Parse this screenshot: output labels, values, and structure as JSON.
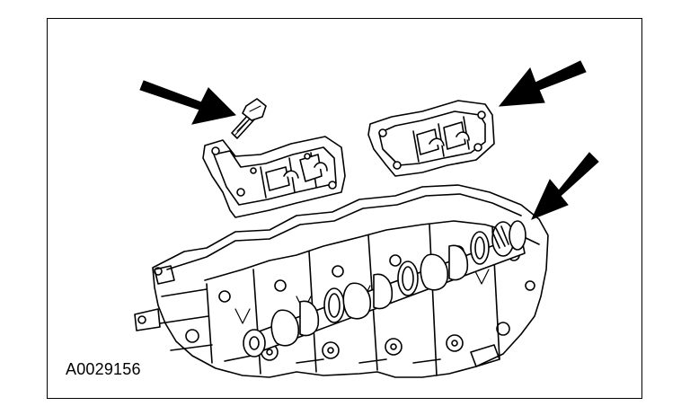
{
  "figure": {
    "id_label": "A0029156"
  },
  "callouts": [
    {
      "target": "bolt",
      "icon": "arrow-icon"
    },
    {
      "target": "left-camshaft-cap-bridge",
      "icon": "arrow-icon"
    },
    {
      "target": "camshaft-front-journal",
      "icon": "arrow-icon"
    }
  ],
  "colors": {
    "ink": "#000000",
    "paper": "#ffffff"
  }
}
